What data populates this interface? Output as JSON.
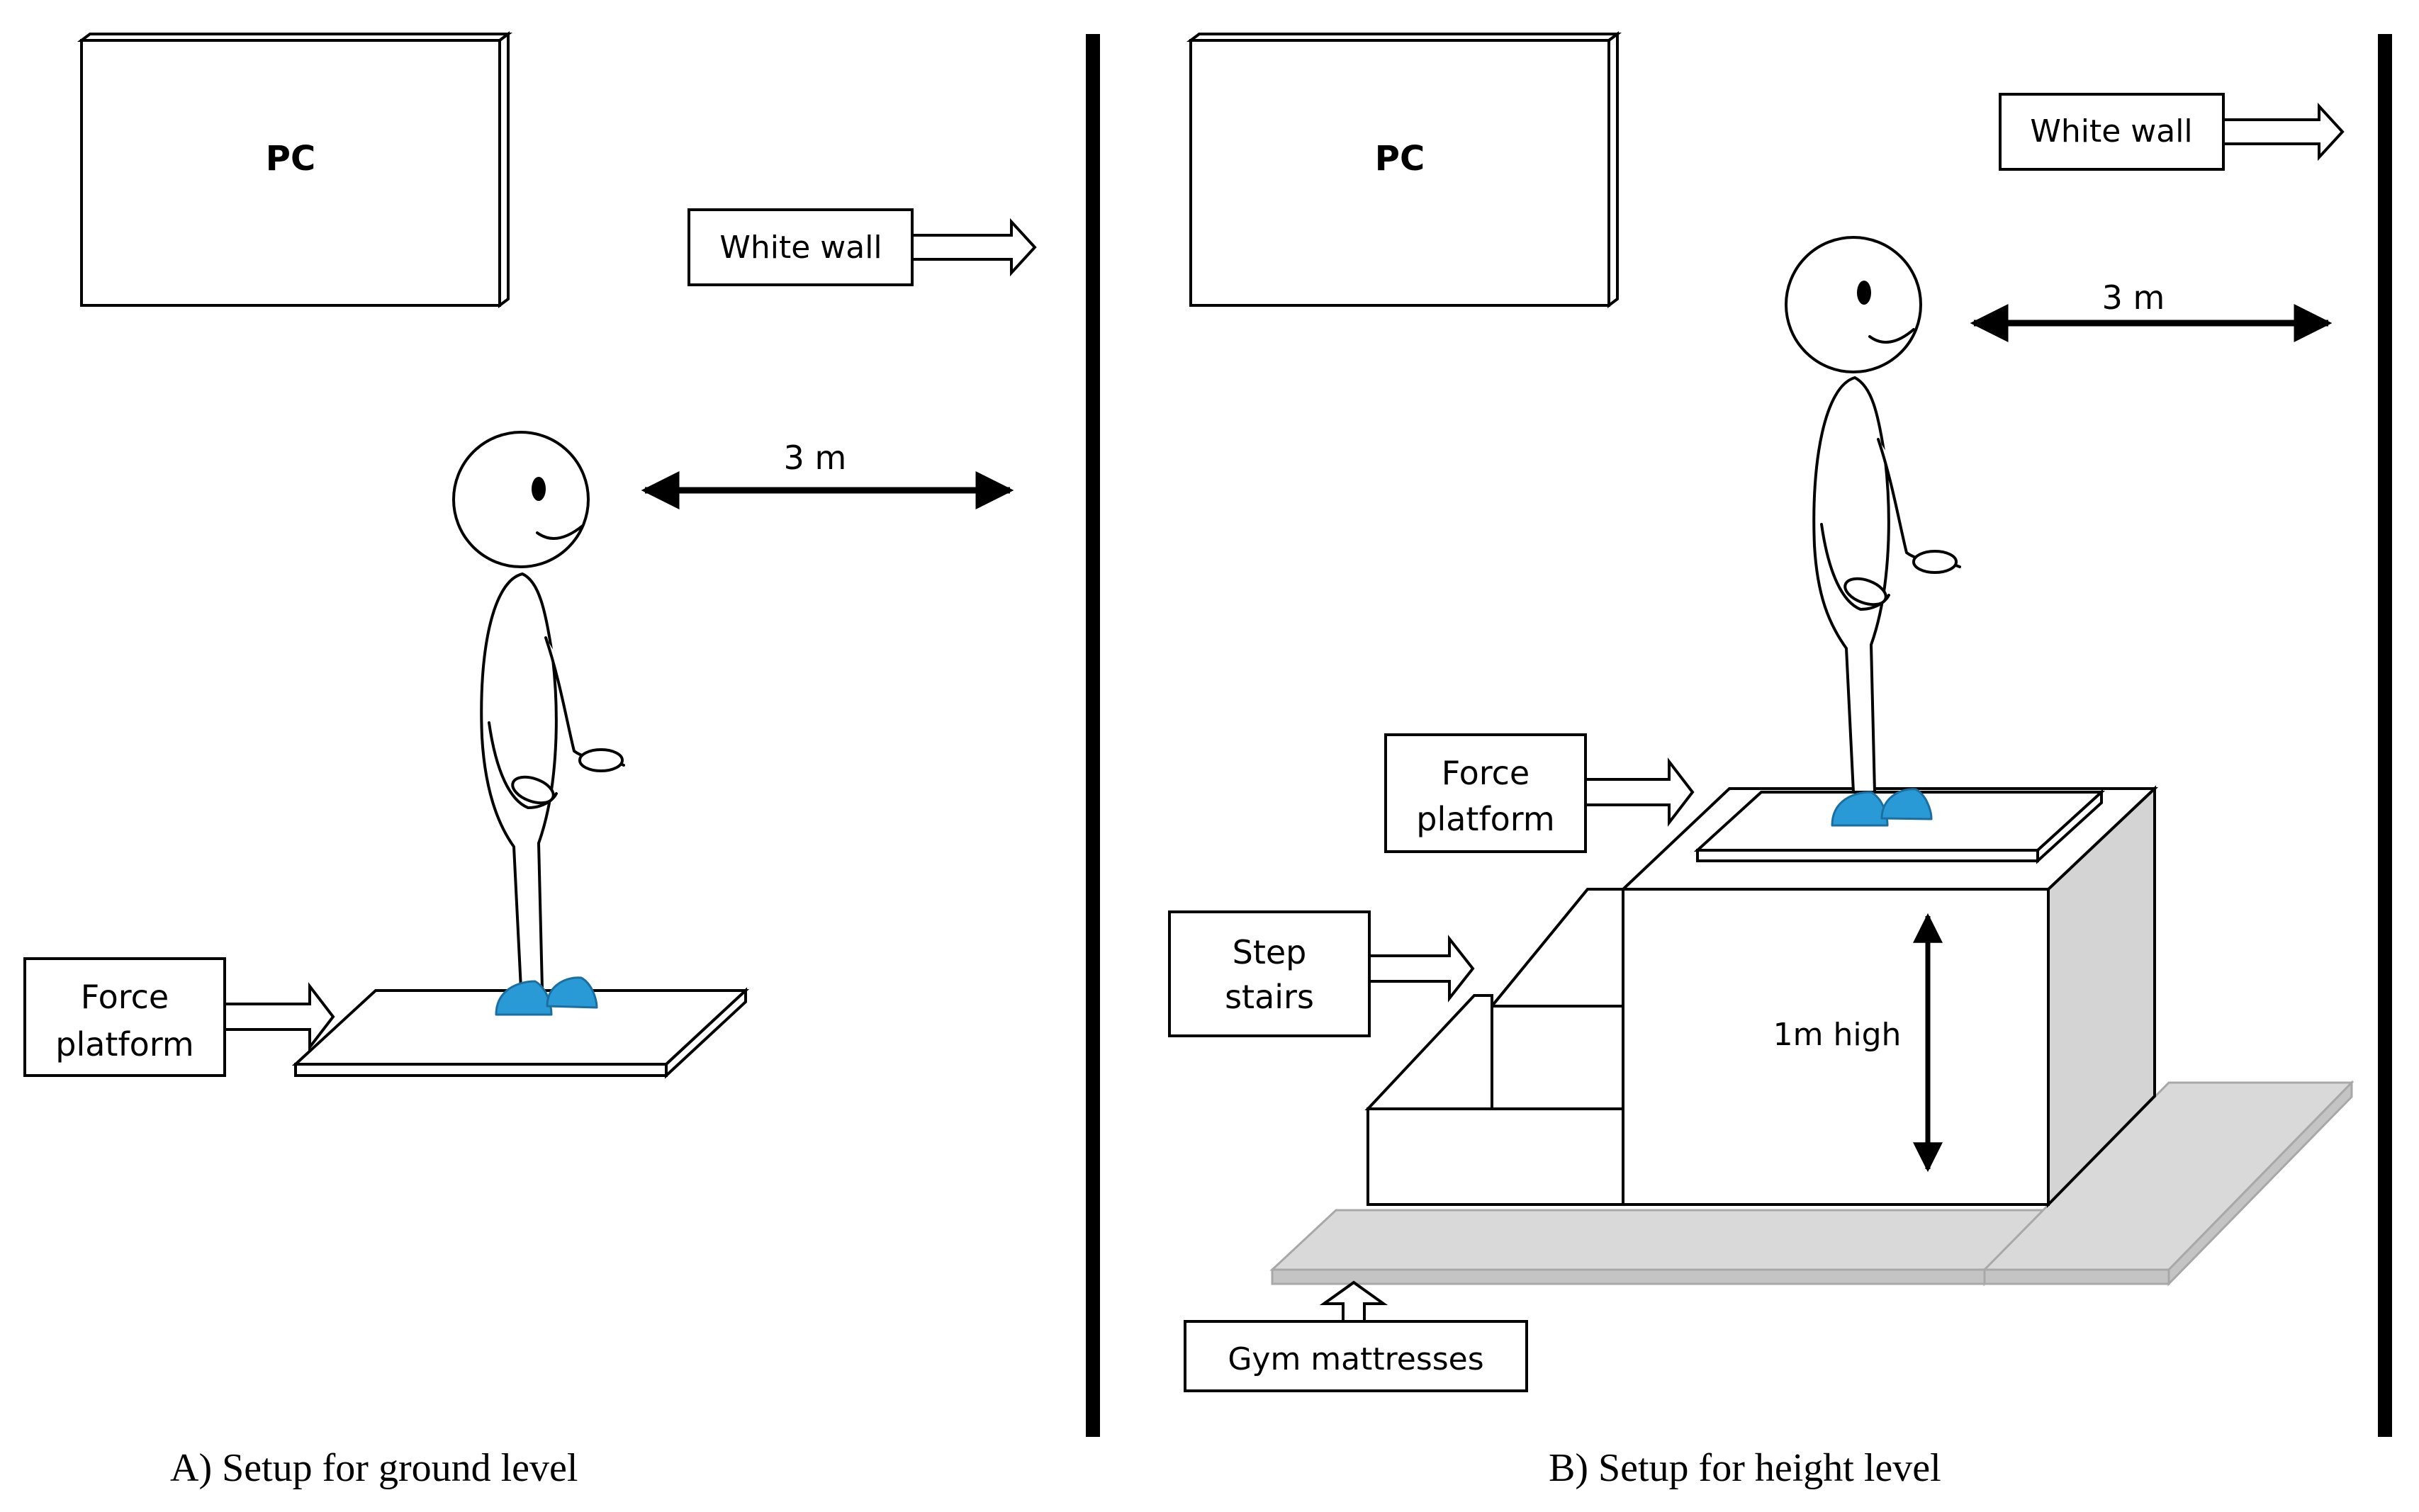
{
  "panel_a": {
    "pc_label": "PC",
    "white_wall_label": "White wall",
    "distance_label": "3 m",
    "force_platform_line1": "Force",
    "force_platform_line2": "platform",
    "caption": "A)  Setup for ground level"
  },
  "panel_b": {
    "pc_label": "PC",
    "white_wall_label": "White wall",
    "distance_label": "3 m",
    "force_platform_line1": "Force",
    "force_platform_line2": "platform",
    "step_stairs_line1": "Step",
    "step_stairs_line2": "stairs",
    "height_label": "1m high",
    "mattress_label": "Gym mattresses",
    "caption": "B)  Setup for height level"
  },
  "colors": {
    "shoe": "#2a9ad6",
    "mattress": "#d9d9d9",
    "box_side": "#d4d4d4",
    "ink": "#000000"
  }
}
